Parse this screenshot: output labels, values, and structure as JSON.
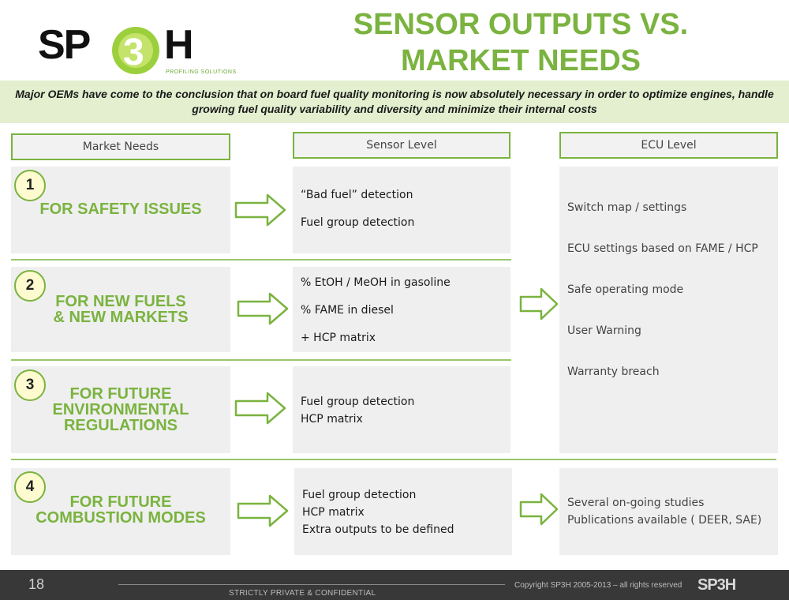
{
  "brand": {
    "logo_text": "SP3H",
    "logo_subtitle": "PROFILING SOLUTIONS",
    "accent_color": "#7ab33f"
  },
  "title": {
    "line1": "SENSOR OUTPUTS VS.",
    "line2": "MARKET NEEDS"
  },
  "intro": "Major OEMs have come to the conclusion that on board fuel quality monitoring is now absolutely necessary in order to optimize engines, handle growing fuel quality variability and diversity and minimize their internal costs",
  "columns": {
    "market_needs": "Market Needs",
    "sensor_level": "Sensor Level",
    "ecu_level": "ECU Level"
  },
  "rows": [
    {
      "number": "1",
      "need_lines": [
        "FOR SAFETY ISSUES"
      ],
      "sensor_lines": [
        "“Bad fuel” detection",
        "Fuel group detection"
      ]
    },
    {
      "number": "2",
      "need_lines": [
        "FOR NEW FUELS",
        "& NEW MARKETS"
      ],
      "sensor_lines": [
        "% EtOH / MeOH in gasoline",
        "% FAME in diesel",
        "+ HCP matrix"
      ]
    },
    {
      "number": "3",
      "need_lines": [
        "FOR FUTURE",
        "ENVIRONMENTAL",
        "REGULATIONS"
      ],
      "sensor_lines": [
        "Fuel group detection",
        "HCP matrix"
      ]
    },
    {
      "number": "4",
      "need_lines": [
        "FOR FUTURE",
        "COMBUSTION MODES"
      ],
      "sensor_lines": [
        "Fuel group detection",
        "HCP matrix",
        "Extra outputs to be defined"
      ]
    }
  ],
  "ecu_main": [
    "Switch map / settings",
    "ECU settings based on FAME / HCP",
    "Safe operating mode",
    "User Warning",
    "Warranty breach"
  ],
  "ecu_future": [
    "Several on-going studies",
    "Publications available ( DEER, SAE)"
  ],
  "footer": {
    "page_number": "18",
    "confidential": "STRICTLY PRIVATE & CONFIDENTIAL",
    "copyright": "Copyright  SP3H  2005-2013 – all rights reserved",
    "logo_text": "SP3H"
  }
}
